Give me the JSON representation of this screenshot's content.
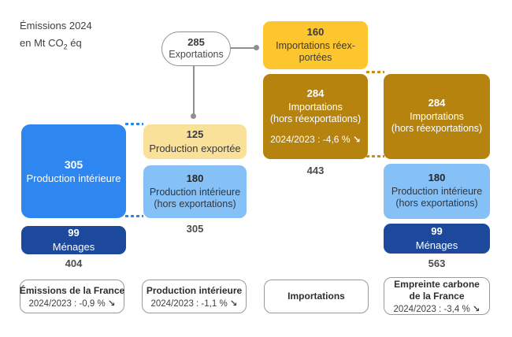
{
  "title": {
    "line1": "Émissions 2024",
    "line2_prefix": "en Mt CO",
    "line2_sub": "2",
    "line2_suffix": " éq"
  },
  "colors": {
    "bright_blue": "#2E86F1",
    "light_blue": "#85C1F7",
    "navy": "#1C499C",
    "yellow": "#FDC52E",
    "light_yellow": "#FAE199",
    "gold": "#B6830F",
    "connector_gray": "#8F8F8F"
  },
  "pill": {
    "value": "285",
    "label": "Exportations"
  },
  "boxes": {
    "imports_reexported": {
      "value": "160",
      "line1": "Importations réex-",
      "line2": "portées"
    },
    "imports_left": {
      "value": "284",
      "line1": "Importations",
      "line2": "(hors réexportations)",
      "change": "2024/2023 : -4,6 %",
      "arrow": "↘"
    },
    "imports_right": {
      "value": "284",
      "line1": "Importations",
      "line2": "(hors réexportations)"
    },
    "production_exported": {
      "value": "125",
      "label": "Production exportée"
    },
    "production_interior": {
      "value": "305",
      "label": "Production intérieure"
    },
    "production_interior_net_mid": {
      "value": "180",
      "line1": "Production intérieure",
      "line2": "(hors exportations)"
    },
    "production_interior_net_right": {
      "value": "180",
      "line1": "Production intérieure",
      "line2": "(hors exportations)"
    },
    "households_left": {
      "value": "99",
      "label": "Ménages"
    },
    "households_right": {
      "value": "99",
      "label": "Ménages"
    }
  },
  "totals": {
    "emissions_total": "404",
    "production_total": "305",
    "imports_total": "443",
    "footprint_total": "563"
  },
  "legend": [
    {
      "title1": "Émissions de la France",
      "change": "2024/2023 : -0,9 %",
      "arrow": "↘"
    },
    {
      "title1": "Production intérieure",
      "change": "2024/2023 : -1,1 %",
      "arrow": "↘"
    },
    {
      "title1": "Importations"
    },
    {
      "title1": "Empreinte carbone",
      "title2": "de la France",
      "change": "2024/2023 : -3,4 %",
      "arrow": "↘"
    }
  ]
}
